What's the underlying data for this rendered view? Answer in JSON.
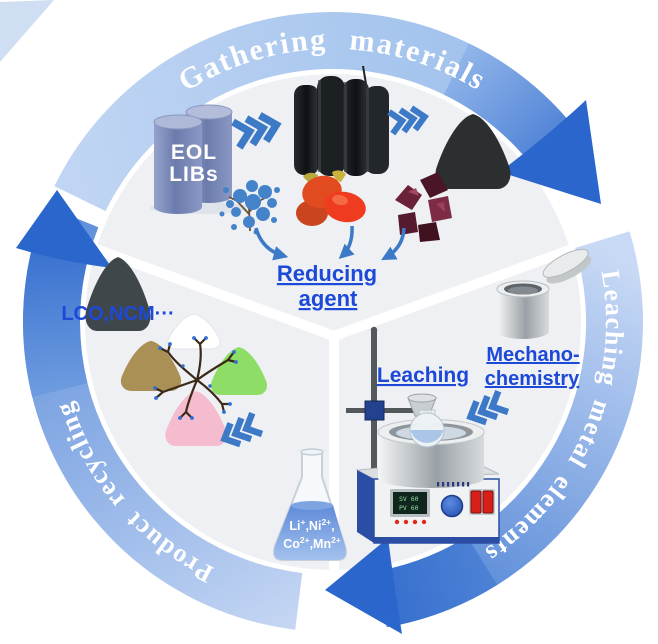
{
  "cycle": {
    "top_arc_label": "Gathering materials",
    "right_arc_label": "Leaching metal elements",
    "left_arc_label": "Product recycling"
  },
  "gathering_section": {
    "battery_line1": "EOL",
    "battery_line2": "LIBs",
    "reducing_line1": "Reducing",
    "reducing_line2": "agent"
  },
  "leaching_section": {
    "leaching_label": "Leaching",
    "mechano_line1": "Mechano-",
    "mechano_line2": "chemistry",
    "stirrer_display_line1": "SV 60",
    "stirrer_display_line2": "PV 60"
  },
  "product_section": {
    "cathode_label": "LCO,NCM···",
    "flask_ions": {
      "i1": "Li",
      "s1": "+",
      "i2": ",Ni",
      "s2": "2+",
      "i3": ",",
      "i4": "Co",
      "s4": "2+",
      "i5": ",Mn",
      "s5": "2+"
    }
  },
  "colors": {
    "arc_light_blue": "#b5cdf0",
    "arrow_blue": "#2b66cc",
    "label_blue": "#1c49d8",
    "chevron_blue": "#3c7ac8",
    "sector_gray": "#eef0f3",
    "battery_blue": "#7c8bbd",
    "liquid_blue": "#5f8bd9"
  }
}
